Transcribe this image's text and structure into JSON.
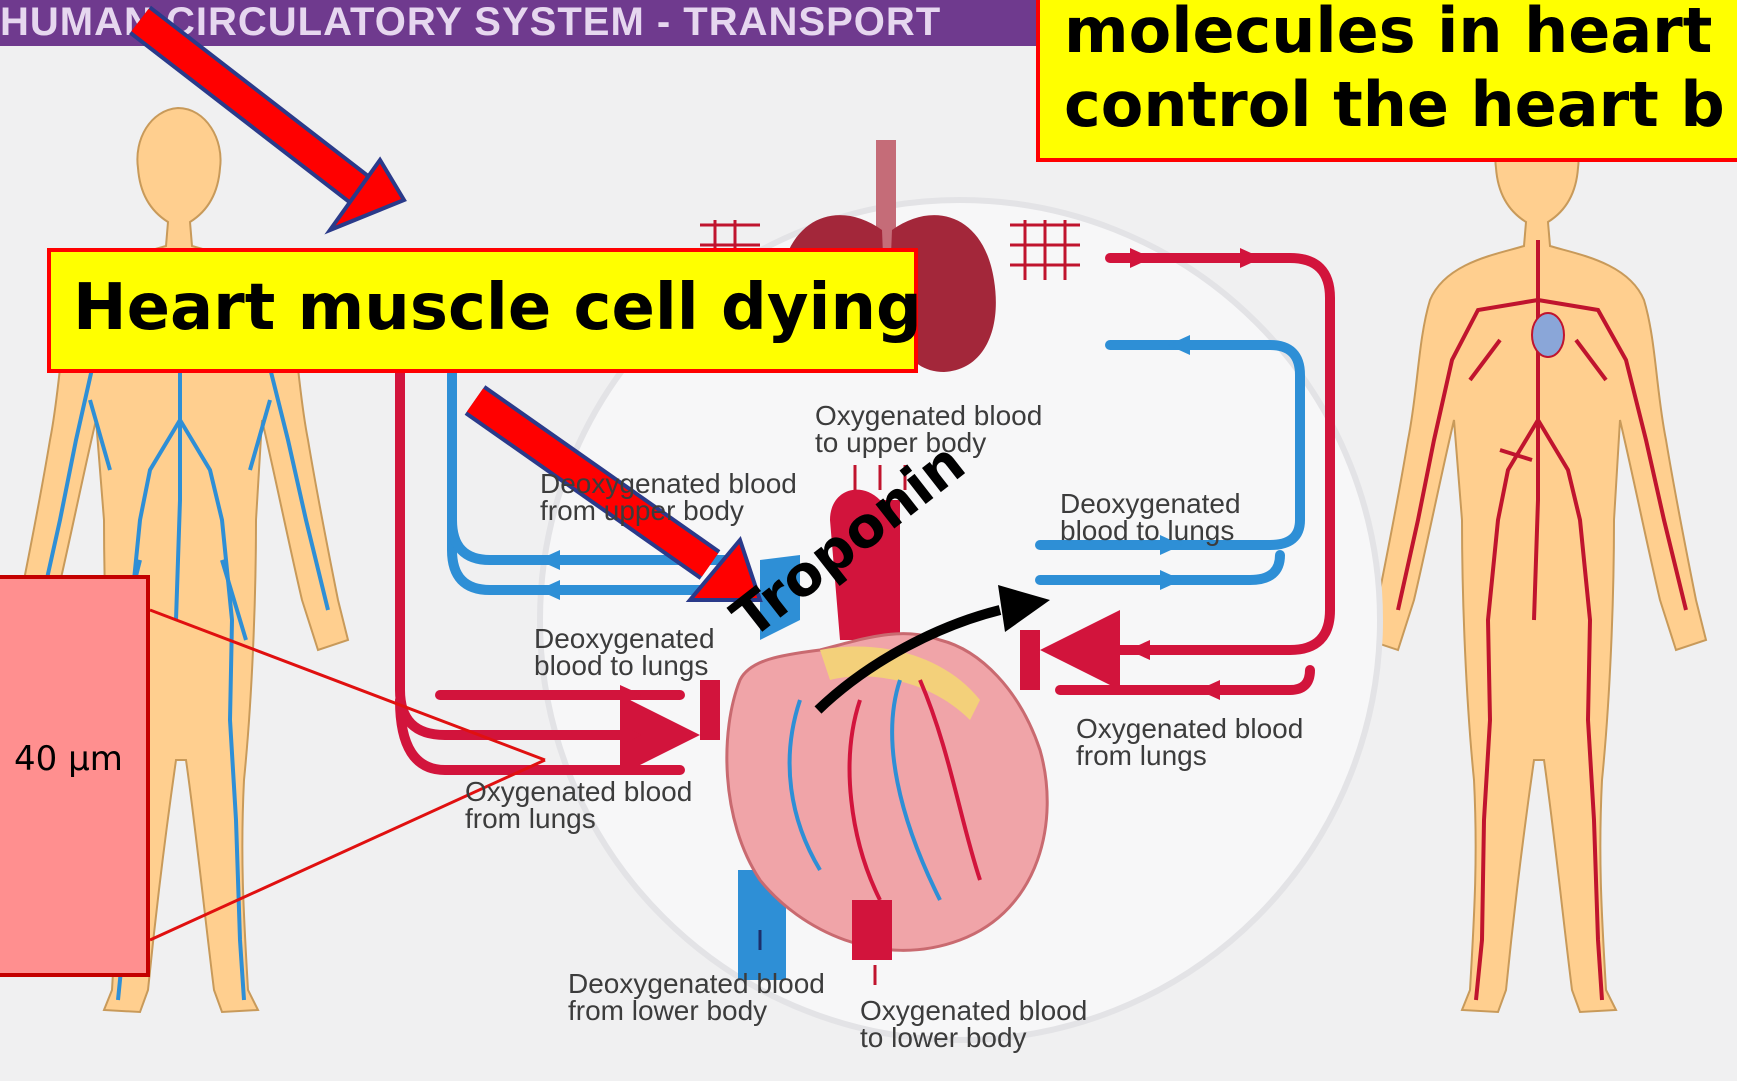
{
  "banner": {
    "title": "HUMAN CIRCULATORY SYSTEM - TRANSPORT"
  },
  "callouts": {
    "heart_cell_dying": "Heart muscle cell dying",
    "molecules_line1": "molecules in heart",
    "molecules_line2": "control the heart b"
  },
  "diagram_labels": {
    "oxy_upper_1": "Oxygenated blood",
    "oxy_upper_2": "to upper body",
    "deoxy_upper_1": "Deoxygenated blood",
    "deoxy_upper_2": "from upper body",
    "deoxy_lungs_right_1": "Deoxygenated",
    "deoxy_lungs_right_2": "blood to lungs",
    "deoxy_lungs_left_1": "Deoxygenated",
    "deoxy_lungs_left_2": "blood to lungs",
    "oxy_lungs_right_1": "Oxygenated blood",
    "oxy_lungs_right_2": "from lungs",
    "oxy_lungs_left_1": "Oxygenated blood",
    "oxy_lungs_left_2": "from lungs",
    "deoxy_lower_1": "Deoxygenated blood",
    "deoxy_lower_2": "from lower body",
    "oxy_lower_1": "Oxygenated blood",
    "oxy_lower_2": "to lower body"
  },
  "inset": {
    "scale": "40 µm"
  },
  "annotation": {
    "troponin": "Troponin"
  },
  "colors": {
    "artery": "#d2143c",
    "vein": "#2e8fd6",
    "skin": "#ffcf8f",
    "callout_fill": "#ffff00",
    "callout_border": "#ff0000",
    "pointer_arrow": "#ff0000"
  }
}
